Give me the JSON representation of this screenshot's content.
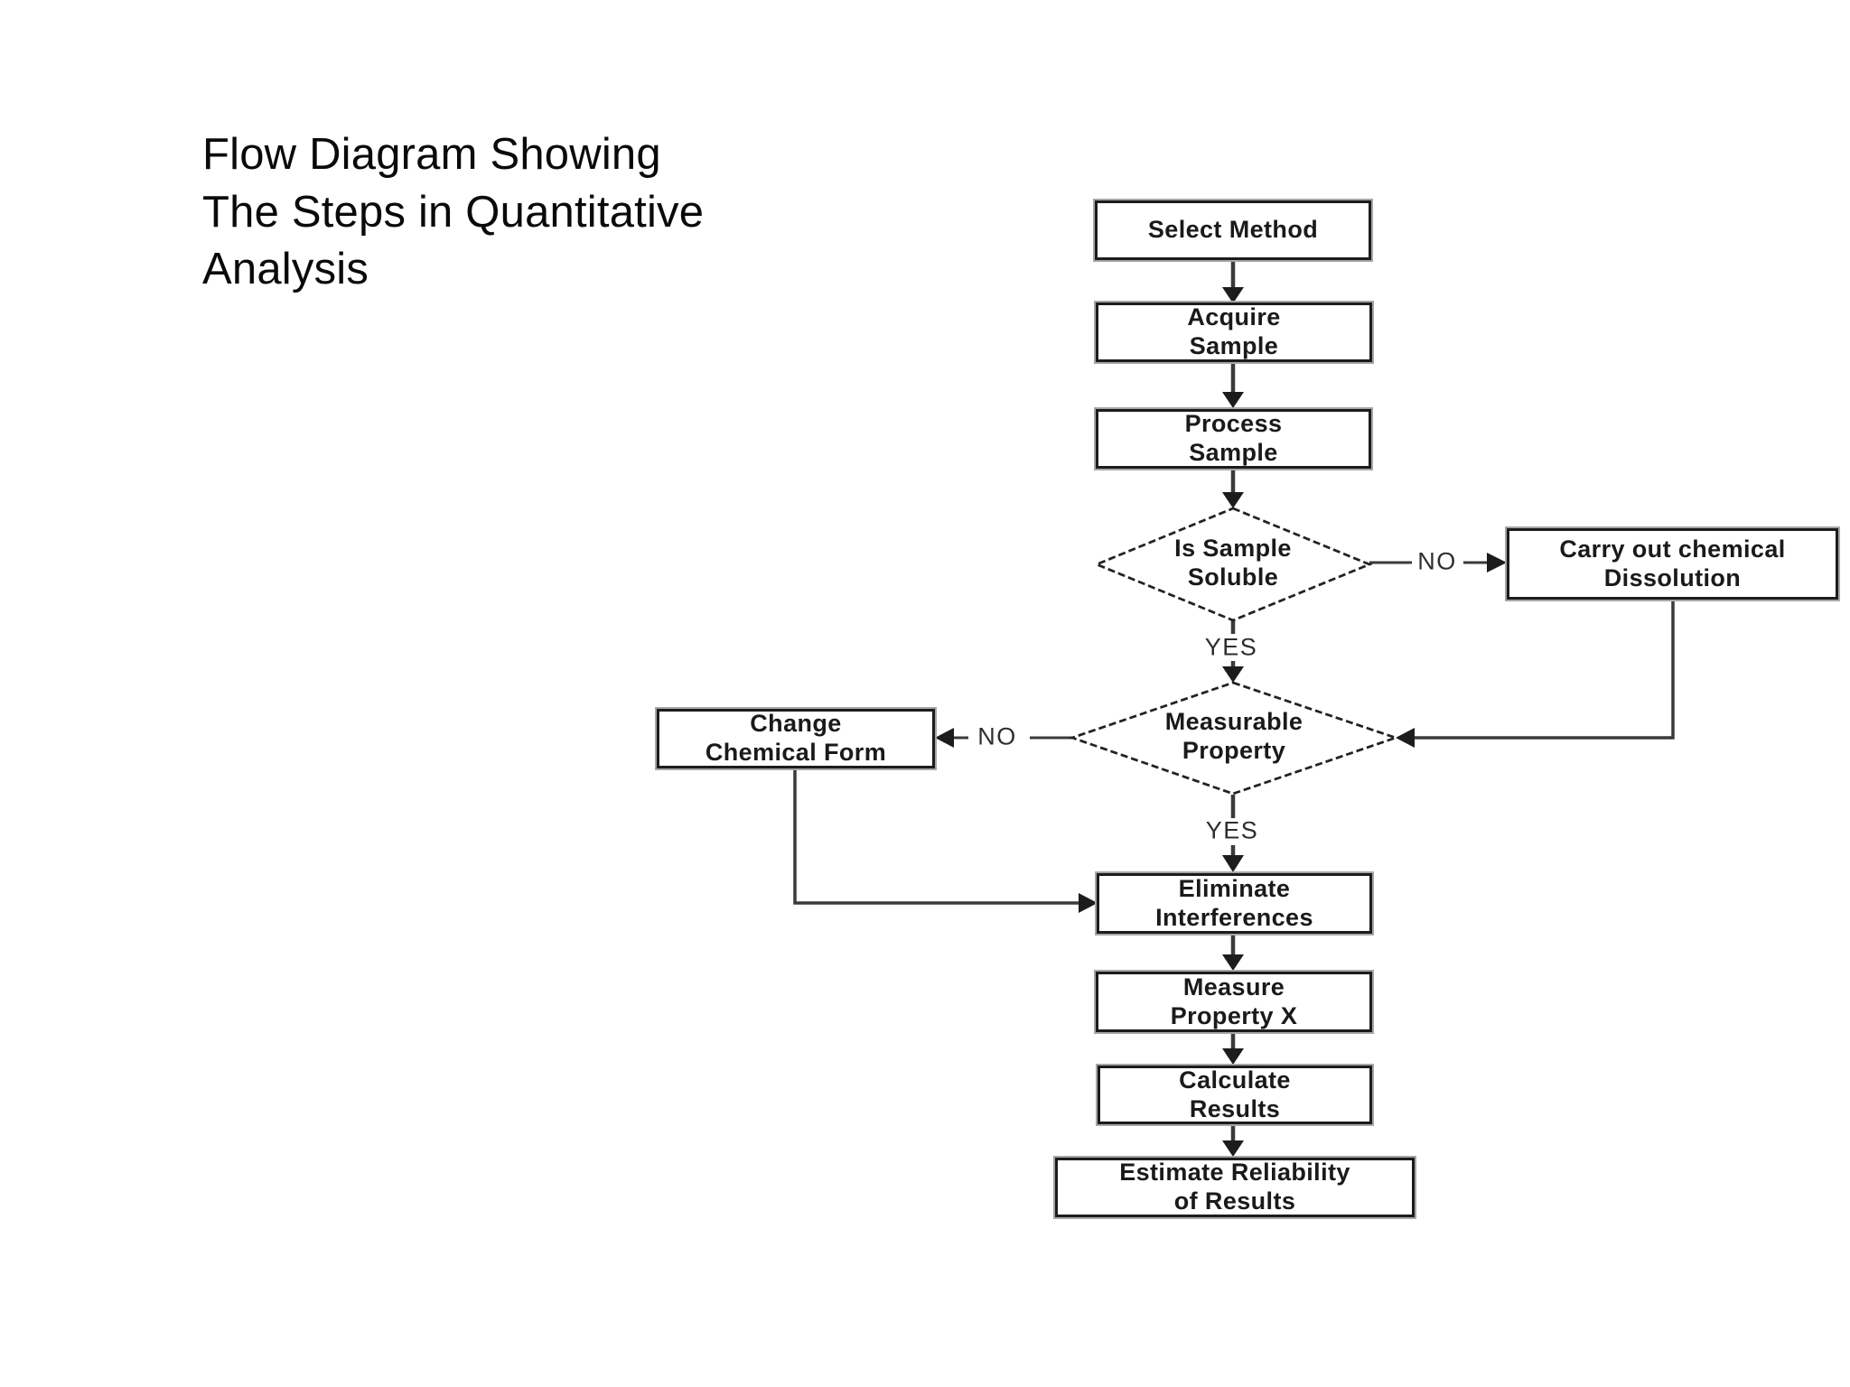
{
  "title": {
    "text": "Flow Diagram Showing\nThe Steps in Quantitative\nAnalysis"
  },
  "colors": {
    "background": "#ffffff",
    "box_fill": "#ffffff",
    "box_border": "#1c1c1c",
    "box_halo": "#a6a6a6",
    "connector": "#3a3a3a",
    "text": "#1a1a1a"
  },
  "flowchart": {
    "nodes": [
      {
        "id": "select-method",
        "type": "process",
        "label": "Select Method"
      },
      {
        "id": "acquire-sample",
        "type": "process",
        "label": "Acquire\nSample"
      },
      {
        "id": "process-sample",
        "type": "process",
        "label": "Process\nSample"
      },
      {
        "id": "is-sample-soluble",
        "type": "decision",
        "label": "Is Sample\nSoluble"
      },
      {
        "id": "carry-out-chemical-dissolution",
        "type": "process",
        "label": "Carry out chemical\nDissolution"
      },
      {
        "id": "measurable-property",
        "type": "decision",
        "label": "Measurable\nProperty"
      },
      {
        "id": "change-chemical-form",
        "type": "process",
        "label": "Change\nChemical Form"
      },
      {
        "id": "eliminate-interferences",
        "type": "process",
        "label": "Eliminate\nInterferences"
      },
      {
        "id": "measure-property-x",
        "type": "process",
        "label": "Measure\nProperty X"
      },
      {
        "id": "calculate-results",
        "type": "process",
        "label": "Calculate\nResults"
      },
      {
        "id": "estimate-reliability-of-results",
        "type": "process",
        "label": "Estimate Reliability\nof Results"
      }
    ],
    "edges": [
      {
        "from": "select-method",
        "to": "acquire-sample",
        "label": ""
      },
      {
        "from": "acquire-sample",
        "to": "process-sample",
        "label": ""
      },
      {
        "from": "process-sample",
        "to": "is-sample-soluble",
        "label": ""
      },
      {
        "from": "is-sample-soluble",
        "to": "measurable-property",
        "label": "YES"
      },
      {
        "from": "is-sample-soluble",
        "to": "carry-out-chemical-dissolution",
        "label": "NO"
      },
      {
        "from": "carry-out-chemical-dissolution",
        "to": "measurable-property",
        "label": ""
      },
      {
        "from": "measurable-property",
        "to": "change-chemical-form",
        "label": "NO"
      },
      {
        "from": "measurable-property",
        "to": "eliminate-interferences",
        "label": "YES"
      },
      {
        "from": "change-chemical-form",
        "to": "eliminate-interferences",
        "label": ""
      },
      {
        "from": "eliminate-interferences",
        "to": "measure-property-x",
        "label": ""
      },
      {
        "from": "measure-property-x",
        "to": "calculate-results",
        "label": ""
      },
      {
        "from": "calculate-results",
        "to": "estimate-reliability-of-results",
        "label": ""
      }
    ]
  }
}
